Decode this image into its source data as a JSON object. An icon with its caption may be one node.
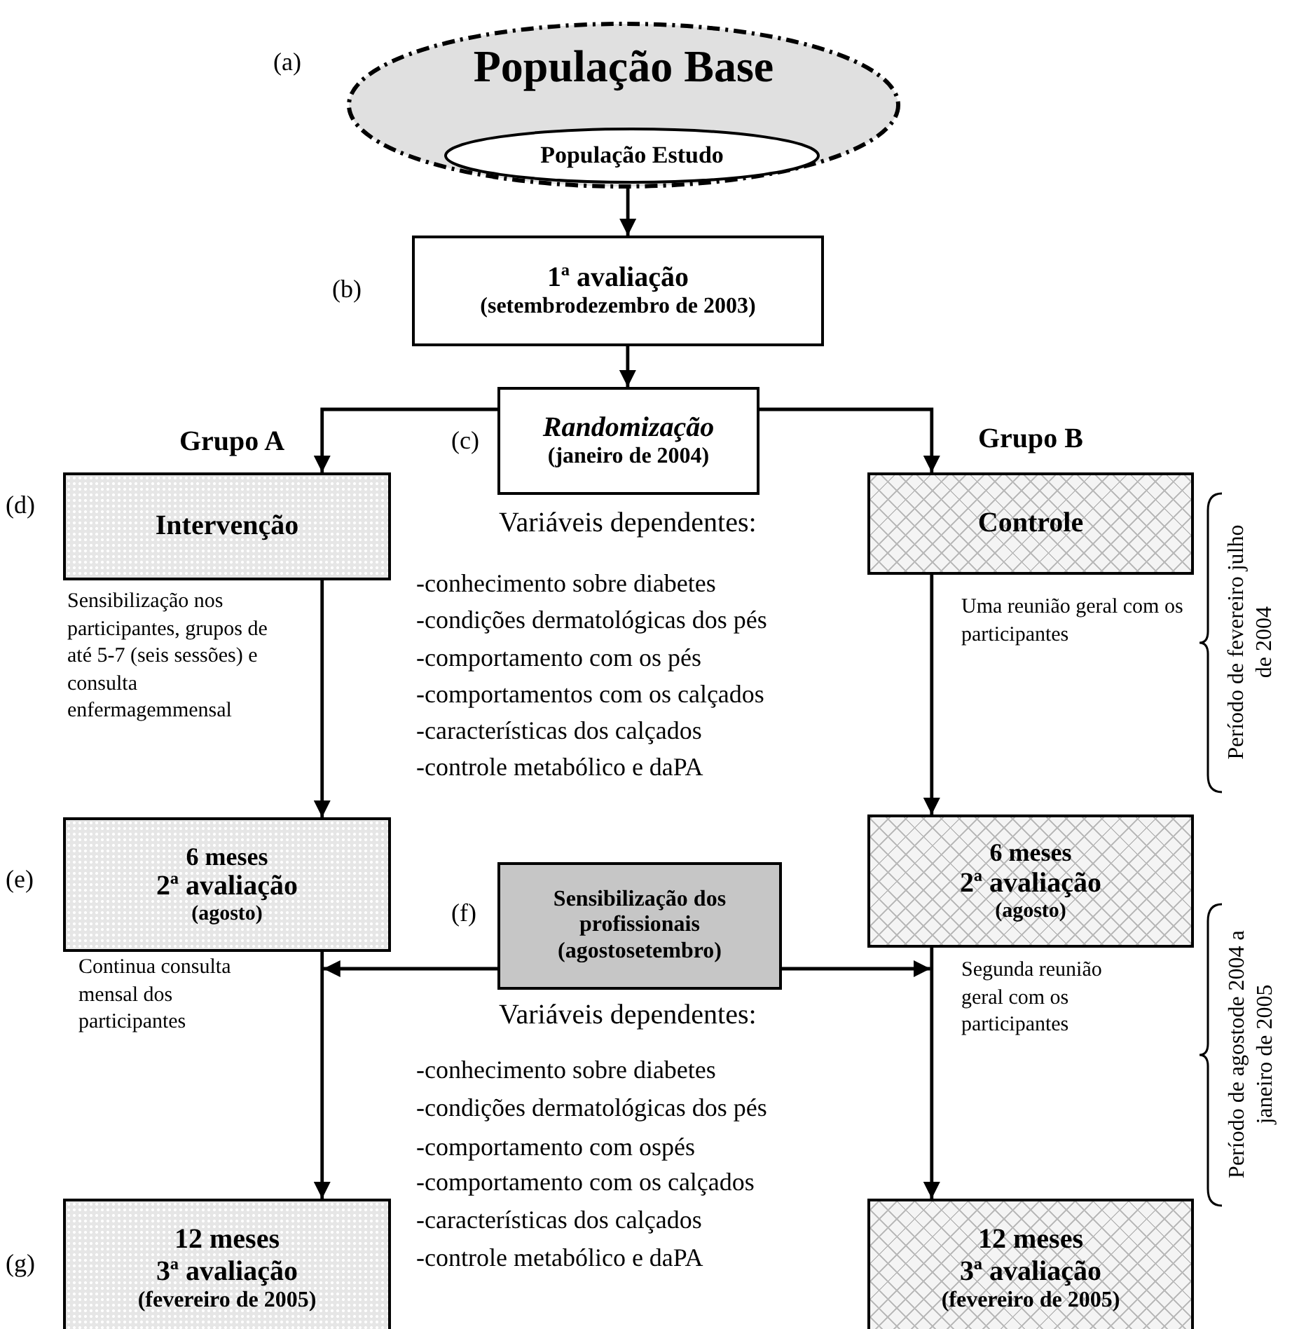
{
  "diagram": {
    "nodes": [
      {
        "text": [
          "População Base"
        ]
      },
      {
        "text": [
          "População Estudo"
        ],
        "in": 0
      },
      {
        "text": [
          "1ª avaliação",
          "(setembrodezembro de 2003)"
        ]
      },
      {
        "text": [
          "*Randomização*",
          "(janeiro de 2004)"
        ]
      },
      {
        "text": [
          "Intervenção"
        ]
      },
      {
        "text": [
          "Controle"
        ]
      },
      {
        "text": [
          "6 meses",
          "2ª avaliação",
          "(agosto)"
        ]
      },
      {
        "text": [
          "6 meses",
          "2ª avaliação",
          "(agosto)"
        ]
      },
      {
        "text": [
          "Sensibilização dos profissionais",
          "(agostosetembro)"
        ]
      },
      {
        "text": [
          "12 meses",
          "3ª avaliação",
          "(fevereiro de 2005)"
        ]
      },
      {
        "text": [
          "12 meses",
          "3ª avaliação",
          "(fevereiro de 2005)"
        ]
      }
    ],
    "edges": [
      {
        "from": 1,
        "to": 2,
        "arrow": "to"
      },
      {
        "from": 2,
        "to": 3,
        "arrow": "to"
      },
      {
        "from": 3,
        "to": 4,
        "arrow": "to",
        "label": "Grupo A"
      },
      {
        "from": 3,
        "to": 5,
        "arrow": "to",
        "label": "Grupo B"
      },
      {
        "from": 4,
        "to": 6,
        "arrow": "to",
        "label": "Sensibilização nos participantes, grupos de até 5-7 (seis sessões) e consulta enfermagemmensal"
      },
      {
        "from": 5,
        "to": 7,
        "arrow": "to",
        "label": "Uma reunião geral com os participantes"
      },
      {
        "from": 8,
        "to": 6,
        "arrow": "to"
      },
      {
        "from": 8,
        "to": 7,
        "arrow": "to"
      },
      {
        "from": 6,
        "to": 9,
        "arrow": "to",
        "label": "Continua consulta mensal dos participantes"
      },
      {
        "from": 7,
        "to": 10,
        "arrow": "to",
        "label": "Segunda reunião geral com os participantes"
      }
    ],
    "labels": [
      "(a)",
      "(b)",
      "(c)",
      "(d)",
      "Variáveis dependentes:",
      "-conhecimento sobre diabetes",
      "-condições dermatológicas dos pés",
      "-comportamento com os pés",
      "-comportamentos com os calçados",
      "-características dos calçados",
      "-controle metabólico e daPA",
      "Período de fevereiro julho de 2004",
      "(e)",
      "(f)",
      "Variáveis dependentes:",
      "-conhecimento sobre diabetes",
      "-condições dermatológicas dos pés",
      "-comportamento com ospés",
      "-comportamento com os calçados",
      "-características dos calçados",
      "-controle metabólico e daPA",
      "Período de agostode 2004 a janeiro de 2005",
      "(g)"
    ]
  }
}
